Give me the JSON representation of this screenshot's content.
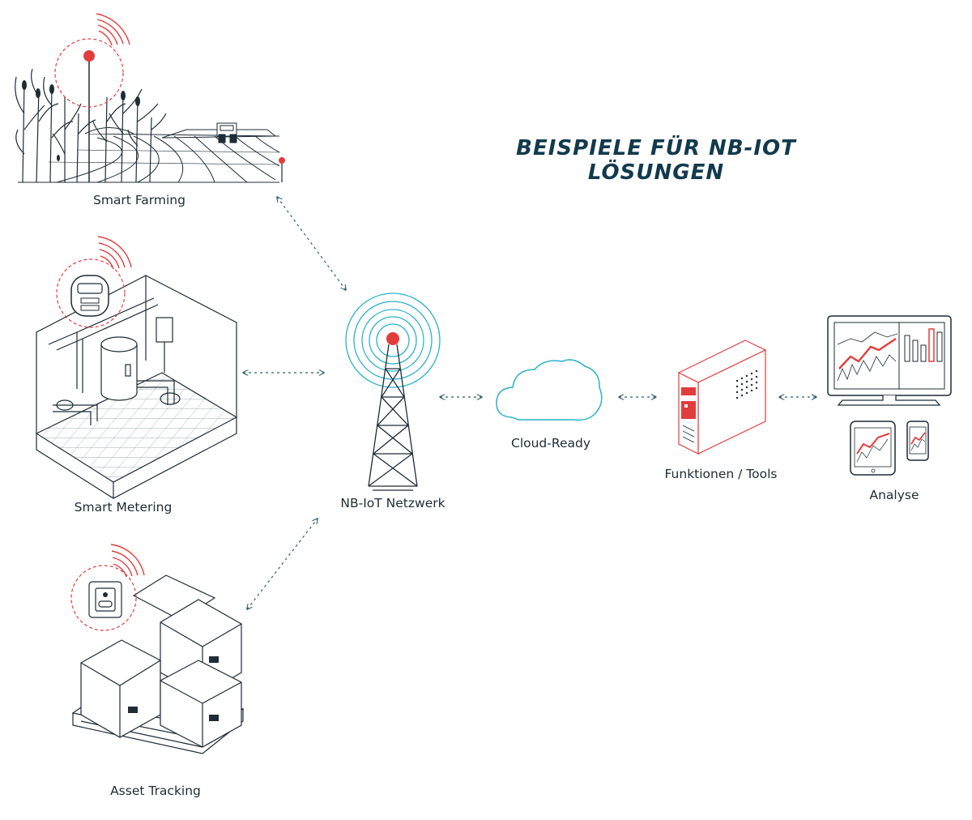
{
  "title": "BEISPIELE FÜR NB-IOT LÖSUNGEN",
  "labels": {
    "smart_farming": "Smart Farming",
    "smart_metering": "Smart Metering",
    "asset_tracking": "Asset Tracking",
    "network": "NB-IoT Netzwerk",
    "cloud": "Cloud-Ready",
    "functions": "Funktionen / Tools",
    "analysis": "Analyse"
  },
  "icons": {
    "farming": "field-with-sensor-icon",
    "metering": "boiler-room-with-meter-icon",
    "tracking": "pallet-boxes-with-tracker-icon",
    "network": "radio-tower-icon",
    "cloud": "cloud-icon",
    "functions": "server-tower-icon",
    "analysis": "monitor-tablet-phone-icon"
  },
  "colors": {
    "title": "#123a4c",
    "line": "#1d2c36",
    "accent_red": "#e23d3d",
    "accent_cyan": "#29b3c9",
    "arrow": "#2c5f66"
  }
}
